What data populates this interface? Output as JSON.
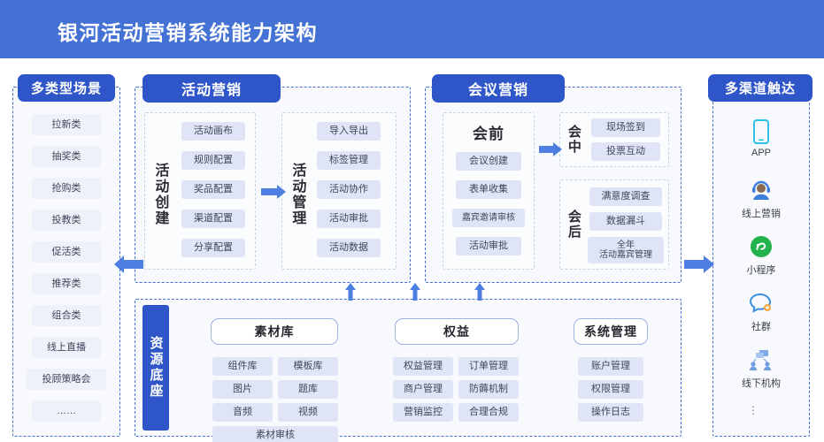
{
  "header": {
    "title": "银河活动营销系统能力架构",
    "bg": "#4472d4"
  },
  "scenes": {
    "title": "多类型场景",
    "items": [
      "拉新类",
      "抽奖类",
      "抢购类",
      "投教类",
      "促活类",
      "推荐类",
      "组合类",
      "线上直播",
      "投顾策略会",
      "……"
    ]
  },
  "activity_marketing": {
    "title": "活动营销",
    "groups": [
      {
        "label": "活动创建",
        "items": [
          "活动画布",
          "规则配置",
          "奖品配置",
          "渠道配置",
          "分享配置"
        ]
      },
      {
        "label": "活动管理",
        "items": [
          "导入导出",
          "标签管理",
          "活动协作",
          "活动审批",
          "活动数据"
        ]
      }
    ]
  },
  "meeting_marketing": {
    "title": "会议营销",
    "before": {
      "label": "会前",
      "items": [
        "会议创建",
        "表单收集",
        "嘉宾邀请审核",
        "活动审批"
      ]
    },
    "during": {
      "label": "会中",
      "items": [
        "现场签到",
        "投票互动"
      ]
    },
    "after": {
      "label": "会后",
      "items": [
        "满意度调查",
        "数据漏斗",
        "全年\n活动嘉宾管理"
      ]
    }
  },
  "foundation": {
    "label": "资源底座",
    "columns": [
      {
        "title": "素材库",
        "items": [
          "组件库",
          "模板库",
          "图片",
          "题库",
          "音频",
          "视频",
          "素材审核"
        ]
      },
      {
        "title": "权益",
        "items": [
          "权益管理",
          "订单管理",
          "商户管理",
          "防薅机制",
          "营销监控",
          "合理合规"
        ]
      },
      {
        "title": "系统管理",
        "items": [
          "账户管理",
          "权限管理",
          "操作日志"
        ]
      }
    ]
  },
  "channels": {
    "title": "多渠道触达",
    "items": [
      {
        "label": "APP",
        "icon": "mobile-phone-icon",
        "color": "#2bc3e8"
      },
      {
        "label": "线上营销",
        "icon": "headset-agent-icon",
        "color": "#3d7fd9"
      },
      {
        "label": "小程序",
        "icon": "mini-program-icon",
        "color": "#21b14d"
      },
      {
        "label": "社群",
        "icon": "chat-bubble-icon",
        "color": "#3d8fe0"
      },
      {
        "label": "线下机构",
        "icon": "org-network-icon",
        "color": "#6f9be0"
      }
    ],
    "more": "⋮"
  },
  "arrows": {
    "to_scenes": "arrow-left",
    "to_channels": "arrow-right",
    "create_to_manage": "arrow-right",
    "before_to_during": "arrow-right",
    "foundation_up": "arrow-up"
  },
  "colors": {
    "brand_blue": "#2f56c8",
    "header_blue": "#4472d4",
    "chip_blue": "#dfe5f7",
    "panel_bg": "#f7f9fd",
    "arrow_blue": "#4d7fe0"
  }
}
